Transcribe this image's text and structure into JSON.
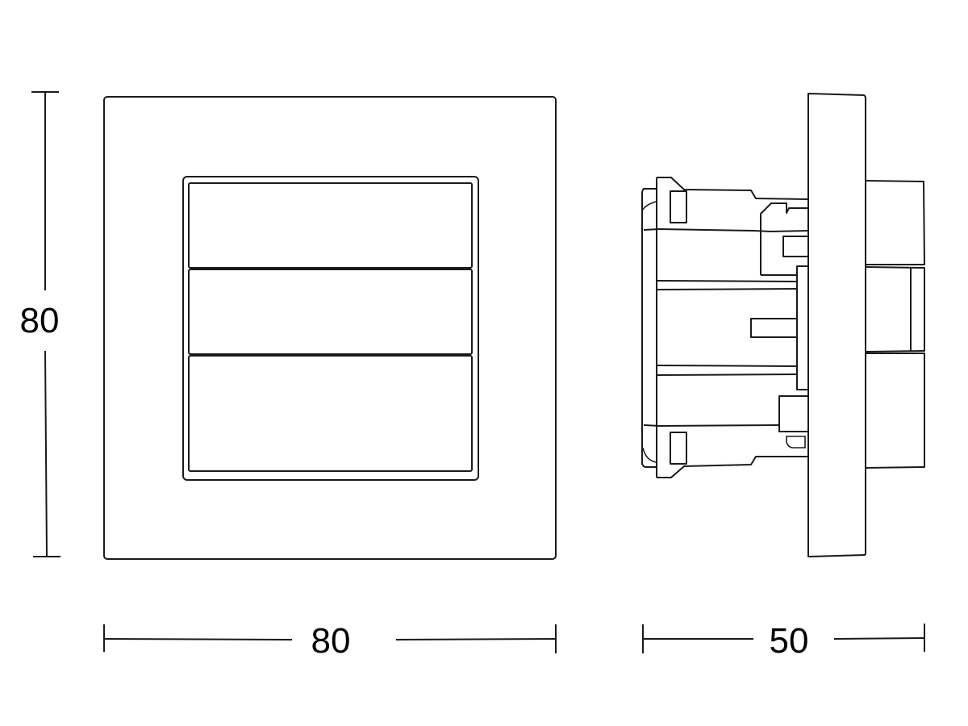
{
  "diagram": {
    "type": "technical-dimension-drawing",
    "subject": "3-gang push-button wall switch",
    "colors": {
      "line": "#1a1a1a",
      "background": "#ffffff"
    },
    "front_view": {
      "buttons": 3,
      "dimensions": {
        "height": "80",
        "width": "80"
      }
    },
    "side_view": {
      "dimensions": {
        "depth": "50"
      }
    }
  }
}
